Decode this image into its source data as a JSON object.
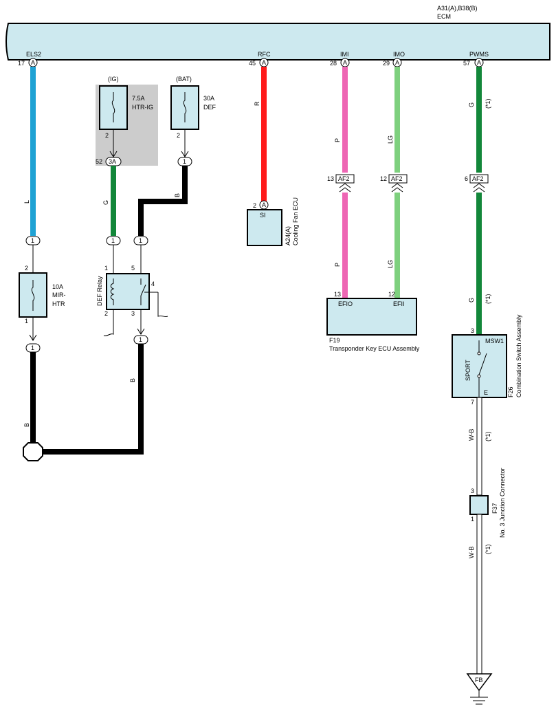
{
  "ecm": {
    "connectors": "A31(A),B38(B)",
    "name": "ECM"
  },
  "ecm_pins": [
    {
      "name": "ELS2",
      "pin": "17",
      "conn": "A"
    },
    {
      "name": "RFC",
      "pin": "45",
      "conn": "A"
    },
    {
      "name": "IMI",
      "pin": "28",
      "conn": "A"
    },
    {
      "name": "IMO",
      "pin": "29",
      "conn": "A"
    },
    {
      "name": "PWMS",
      "pin": "57",
      "conn": "A"
    }
  ],
  "wire_colors": {
    "L": "L",
    "G": "G",
    "B": "B",
    "R": "R",
    "P": "P",
    "LG": "LG",
    "WB": "W-B",
    "note": "(*1)"
  },
  "colors": {
    "L": "#1fa2d4",
    "G": "#13873a",
    "B": "#000000",
    "R": "#ff1a1a",
    "P": "#ee66b4",
    "LG": "#7ed07e",
    "W": "#ffffff"
  },
  "fuses": {
    "htr_ig": {
      "source": "(IG)",
      "rating": "7.5A",
      "name": "HTR-IG",
      "pin": "2"
    },
    "def": {
      "source": "(BAT)",
      "rating": "30A",
      "name": "DEF",
      "pin": "2"
    },
    "mir_htr": {
      "rating": "10A",
      "name1": "MIR-",
      "name2": "HTR",
      "pin_top": "2",
      "pin_bottom": "1"
    }
  },
  "junctions": {
    "j52_pin": "52",
    "j52_label": "3A",
    "one": "1"
  },
  "relay": {
    "name": "DEF Relay",
    "pin1": "1",
    "pin2": "2",
    "pin3": "3",
    "pin4": "4",
    "pin5": "5"
  },
  "cooling_fan": {
    "pin": "2",
    "conn": "A",
    "terminal": "SI",
    "code": "A24(A)",
    "name": "Cooling Fan ECU"
  },
  "af2": {
    "label": "AF2",
    "p_pin": "13",
    "lg_pin": "12",
    "g_pin": "6"
  },
  "transponder": {
    "code": "F19",
    "name": "Transponder Key ECU Assembly",
    "efio": "EFIO",
    "efii": "EFII",
    "efio_pin": "13",
    "efii_pin": "12"
  },
  "combo_switch": {
    "code": "F26",
    "name": "Combination Switch Assembly",
    "msw1": "MSW1",
    "e": "E",
    "sport": "SPORT",
    "pin_top": "3",
    "pin_bottom": "7"
  },
  "junction3": {
    "code": "F37",
    "name": "No. 3 Junction Connector",
    "pin_top": "3",
    "pin_bottom": "1"
  },
  "ground": {
    "label": "FB"
  }
}
